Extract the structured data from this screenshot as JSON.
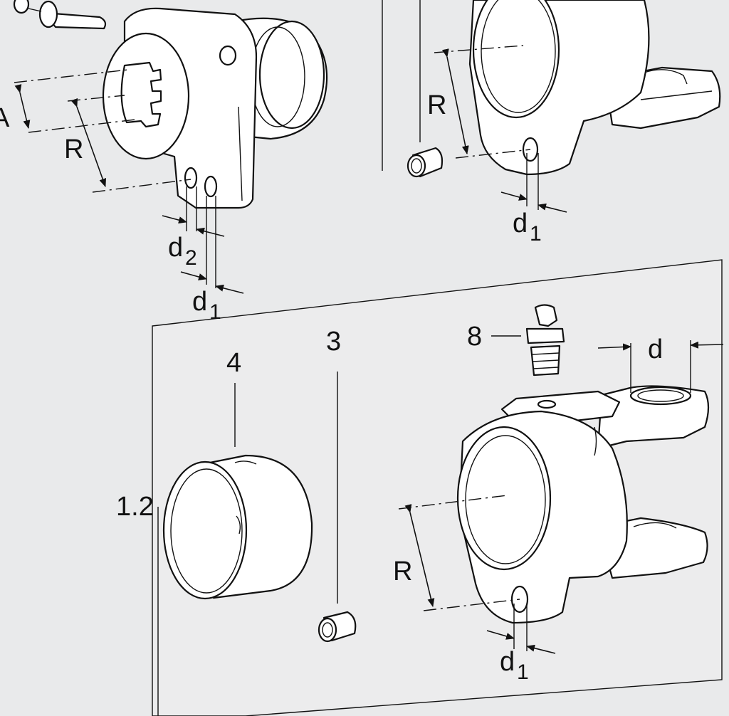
{
  "labels": {
    "part_1_2": "1.2",
    "part_3": "3",
    "part_4": "4",
    "part_8": "8",
    "dim_d": "d",
    "dim_R": "R",
    "dim_A": "A",
    "dim_d1_base": "d",
    "dim_d1_sub": "1",
    "dim_d2_base": "d",
    "dim_d2_sub": "2"
  },
  "colors": {
    "background": "#e9eaeb",
    "line": "#111111",
    "part_fill": "#ffffff"
  }
}
